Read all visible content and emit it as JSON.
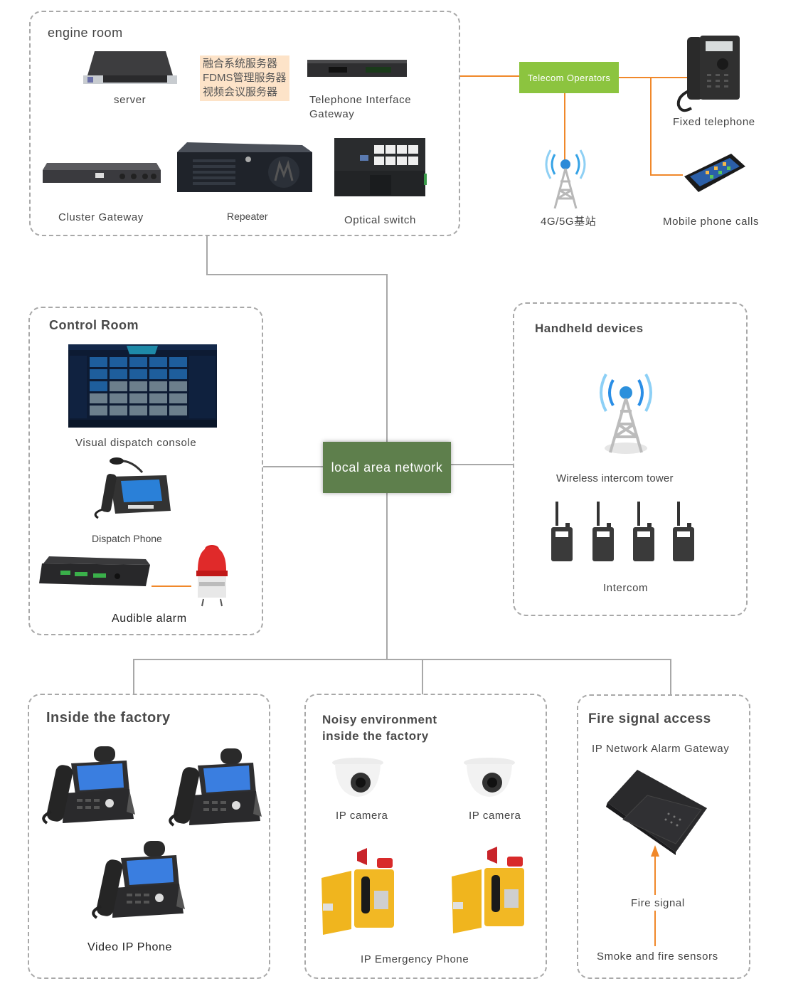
{
  "colors": {
    "lan": "#5e7f4c",
    "telecom": "#8cc43f",
    "orange_link": "#f0882a",
    "gray_link": "#a8a8a8"
  },
  "engine_room": {
    "title": "engine room",
    "server": "server",
    "server_roles": [
      "融合系统服务器",
      "FDMS管理服务器",
      "视频会议服务器"
    ],
    "telephone_gateway": [
      "Telephone Interface",
      "Gateway"
    ],
    "cluster_gateway": "Cluster Gateway",
    "repeater": "Repeater",
    "optical_switch": "Optical switch"
  },
  "telecom": {
    "operators": "Telecom Operators",
    "fixed_telephone": "Fixed telephone",
    "base_station": "4G/5G基站",
    "mobile_calls": "Mobile phone calls"
  },
  "lan": {
    "label": "local area network"
  },
  "control_room": {
    "title": "Control Room",
    "visual_console": "Visual dispatch console",
    "dispatch_phone": "Dispatch Phone",
    "audible_alarm": "Audible alarm"
  },
  "handheld": {
    "title": "Handheld devices",
    "tower": "Wireless intercom tower",
    "intercom": "Intercom"
  },
  "factory": {
    "title": "Inside the factory",
    "video_phone": "Video IP Phone"
  },
  "noisy": {
    "title": [
      "Noisy environment",
      "inside the factory"
    ],
    "camera_1": "IP camera",
    "camera_2": "IP camera",
    "emergency_phone": "IP Emergency Phone"
  },
  "fire": {
    "title": "Fire signal access",
    "gateway": "IP Network Alarm Gateway",
    "signal": "Fire signal",
    "sensors": "Smoke and fire sensors"
  }
}
